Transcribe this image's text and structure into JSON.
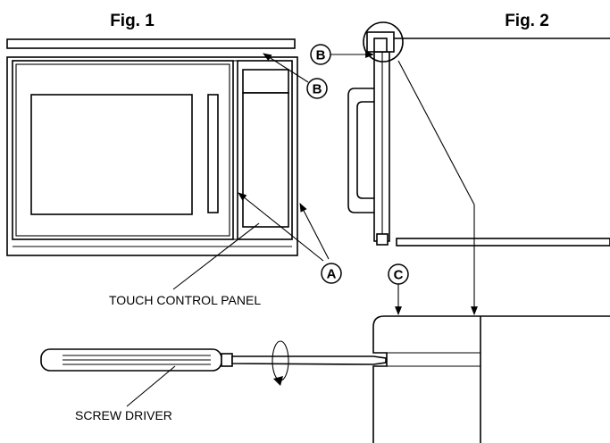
{
  "figures": {
    "fig1_title": "Fig. 1",
    "fig2_title": "Fig. 2"
  },
  "callouts": {
    "a": "A",
    "b": "B",
    "c": "C"
  },
  "captions": {
    "touch_control_panel": "TOUCH CONTROL PANEL",
    "screw_driver": "SCREW DRIVER"
  }
}
